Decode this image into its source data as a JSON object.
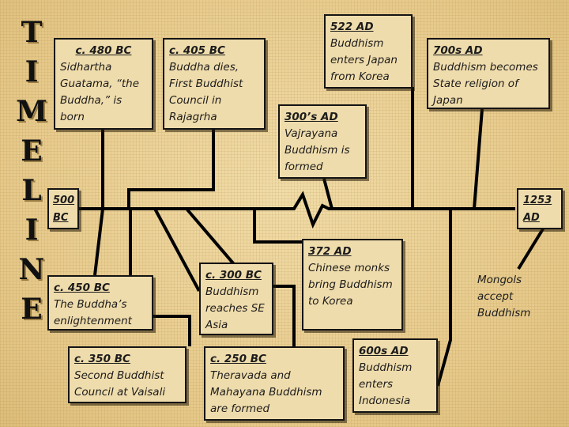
{
  "title_letters": [
    "T",
    "I",
    "M",
    "E",
    "L",
    "I",
    "N",
    "E"
  ],
  "colors": {
    "background": "#e9cf92",
    "box_fill": "#efdcac",
    "line": "#000000",
    "text": "#1c1c1c"
  },
  "endpoints": {
    "start": "500 BC",
    "end": "1253 AD"
  },
  "events": [
    {
      "date": "c. 480 BC",
      "text": "Sidhartha Guatama, “the Buddha,” is born"
    },
    {
      "date": "c. 405 BC",
      "text": "Buddha dies, First Buddhist Council in Rajagrha"
    },
    {
      "date": "522 AD",
      "text": "Buddhism enters Japan from Korea"
    },
    {
      "date": "700s AD",
      "text": "Buddhism becomes State religion of Japan"
    },
    {
      "date": "300’s AD",
      "text": "Vajrayana Buddhism is formed"
    },
    {
      "date": "c. 450 BC",
      "text": "The Buddha’s enlightenment"
    },
    {
      "date": "c. 300 BC",
      "text": "Buddhism reaches SE Asia"
    },
    {
      "date": "372 AD",
      "text": "Chinese monks bring Buddhism to Korea"
    },
    {
      "date": "",
      "text": "Mongols accept Buddhism"
    },
    {
      "date": "c. 350 BC",
      "text": "Second Buddhist Council at Vaisali"
    },
    {
      "date": "c. 250 BC",
      "text": "Theravada and Mahayana Buddhism are formed"
    },
    {
      "date": "600s AD",
      "text": "Buddhism enters Indonesia"
    }
  ]
}
